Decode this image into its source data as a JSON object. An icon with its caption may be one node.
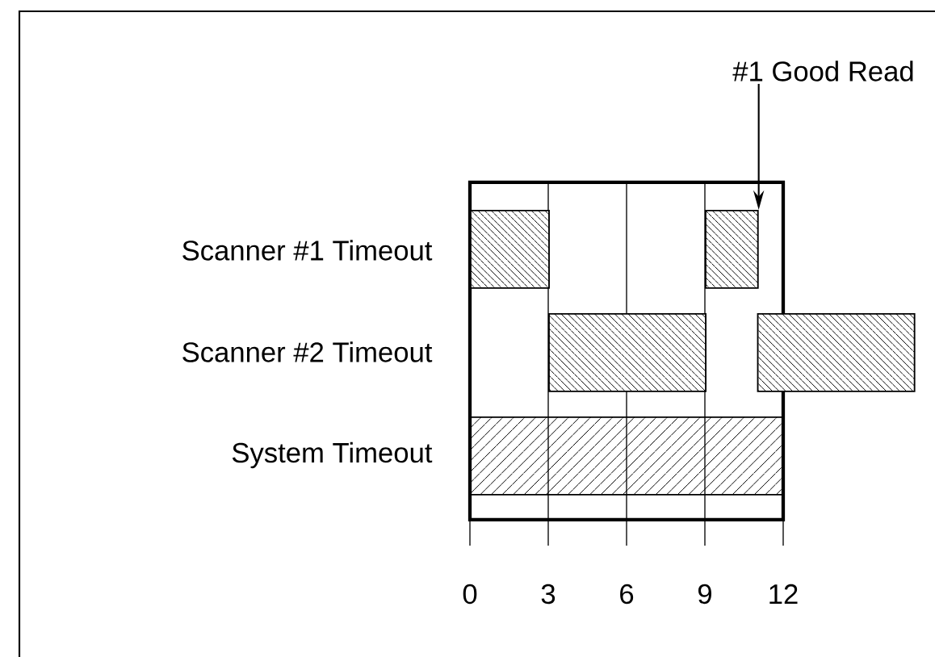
{
  "diagram": {
    "nodes": [
      {
        "text": [
          "#1 Good Read"
        ]
      },
      {
        "text": [],
        "shape": "bar"
      },
      {
        "text": [],
        "shape": "bar"
      },
      {
        "text": [],
        "shape": "bar"
      },
      {
        "text": [],
        "shape": "bar"
      },
      {
        "text": [],
        "shape": "bar"
      }
    ],
    "edges": [
      {
        "from": 0,
        "to": 2,
        "arrow": "to"
      }
    ],
    "labels": [
      "Scanner #1 Timeout",
      "Scanner #2 Timeout",
      "System Timeout",
      "0",
      "3",
      "6",
      "9",
      "12"
    ]
  }
}
